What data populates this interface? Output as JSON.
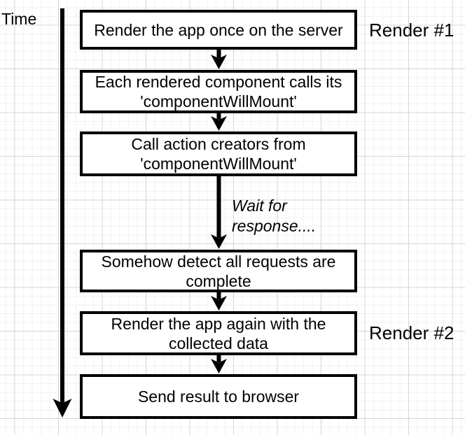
{
  "diagram": {
    "time_label": "Time",
    "annotations": {
      "render_pass_1": "Render #1",
      "render_pass_2": "Render #2",
      "wait_lines": [
        "Wait for",
        "response...."
      ]
    },
    "boxes": [
      {
        "lines": [
          "Render the app once on the server"
        ]
      },
      {
        "lines": [
          "Each rendered component calls its",
          "'componentWillMount'"
        ]
      },
      {
        "lines": [
          "Call action creators from",
          "'componentWillMount'"
        ]
      },
      {
        "lines": [
          "Somehow detect all requests are",
          "complete"
        ]
      },
      {
        "lines": [
          "Render the app again with the",
          "collected data"
        ]
      },
      {
        "lines": [
          "Send result to browser"
        ]
      }
    ],
    "icons": {
      "arrow_down": "filled-triangle-down-arrow"
    },
    "colors": {
      "background": "#ffffff",
      "grid_minor": "#f2f2f4",
      "grid_major": "#d4d4d6",
      "stroke": "#000000",
      "text": "#000000"
    }
  }
}
